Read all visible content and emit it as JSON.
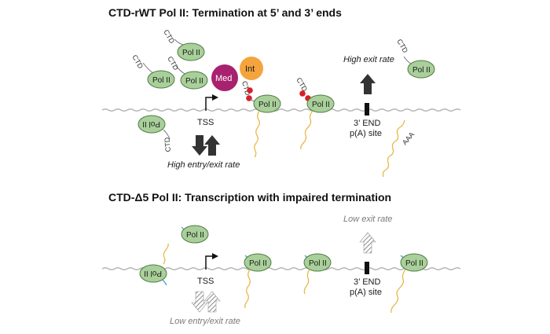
{
  "panel_top": {
    "title": "CTD-rWT Pol II: Termination at 5’ and 3’ ends",
    "pol_label": "Pol II",
    "ctd_label": "CTD",
    "mediator_label": "Med",
    "integrator_label": "Int",
    "tss_label": "TSS",
    "end_label": "3’ END",
    "pa_label": "p(A) site",
    "entry_exit_label": "High entry/exit rate",
    "exit_label": "High exit rate",
    "polya_label": "AAA"
  },
  "panel_bottom": {
    "title": "CTD-Δ5 Pol II: Transcription with impaired termination",
    "pol_label": "Pol II",
    "tss_label": "TSS",
    "end_label": "3’ END",
    "pa_label": "p(A) site",
    "entry_exit_label": "Low entry/exit rate",
    "exit_label": "Low exit rate"
  },
  "colors": {
    "pol_fill": "#a9d09a",
    "mediator": "#a8226f",
    "integrator": "#f3a43c",
    "phospho": "#d81f26",
    "rna": "#e8b84a",
    "ctd_short": "#4aa3c8",
    "arrow_dark": "#333333",
    "arrow_gray": "#9a9a9a"
  }
}
